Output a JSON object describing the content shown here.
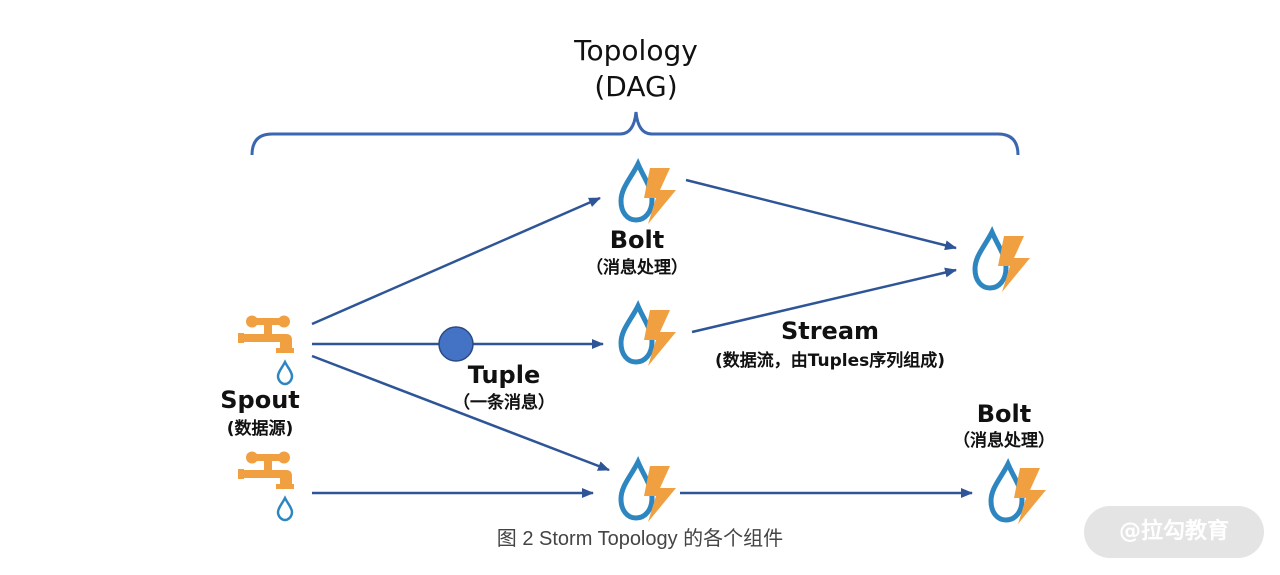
{
  "topology": {
    "title": "Topology",
    "subtitle": "(DAG)"
  },
  "spout": {
    "name": "Spout",
    "desc": "(数据源)"
  },
  "bolt_top": {
    "name": "Bolt",
    "desc": "（消息处理）"
  },
  "bolt_right": {
    "name": "Bolt",
    "desc": "（消息处理）"
  },
  "tuple": {
    "name": "Tuple",
    "desc": "（一条消息）"
  },
  "stream": {
    "name": "Stream",
    "desc": "(数据流，由Tuples序列组成)"
  },
  "caption": "图 2   Storm Topology  的各个组件",
  "watermark": "@拉勾教育",
  "colors": {
    "arrow": "#2e5597",
    "drop": "#2e86c1",
    "bolt": "#f0a040",
    "spout": "#f0a040",
    "tuple": "#4472c4",
    "brace": "#3b66b0"
  },
  "icons": {
    "bolt": "water-drop-lightning-icon",
    "spout": "faucet-icon"
  }
}
